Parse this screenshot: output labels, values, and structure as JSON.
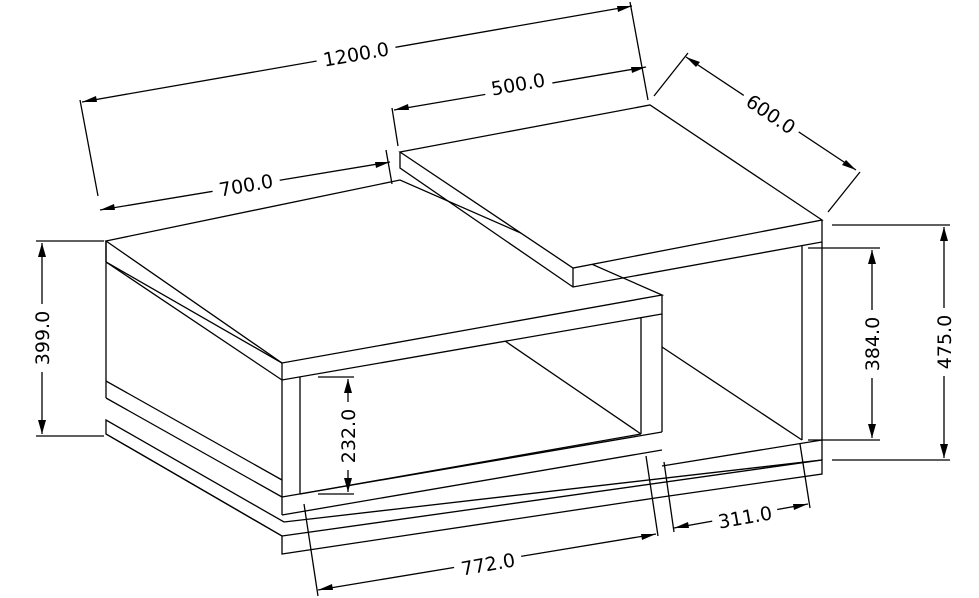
{
  "drawing": {
    "dimensions": {
      "overall_length": "1200.0",
      "top_panel_length": "500.0",
      "depth": "600.0",
      "lower_block_length": "700.0",
      "lower_block_height": "399.0",
      "inner_opening_height": "232.0",
      "opening_height_right": "384.0",
      "overall_height": "475.0",
      "base_length": "772.0",
      "right_opening_width": "311.0"
    },
    "line_color": "#000000",
    "background_color": "#ffffff"
  }
}
